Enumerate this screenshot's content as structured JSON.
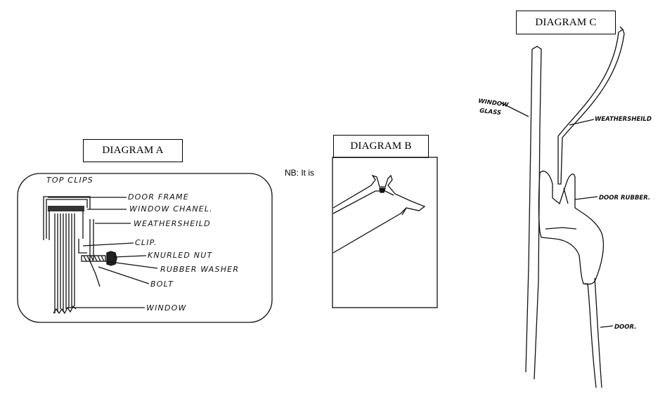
{
  "diagram_a": {
    "title": "DIAGRAM A",
    "labels": {
      "top_clips": "TOP CLIPS",
      "door_frame": "DOOR FRAME",
      "window_channel": "WINDOW CHANEL.",
      "weathershield": "WEATHERSHEILD",
      "clip": "CLIP.",
      "knurled_nut": "KNURLED NUT",
      "rubber_washer": "RUBBER WASHER",
      "bolt": "BOLT",
      "window": "WINDOW"
    }
  },
  "diagram_b": {
    "title": "DIAGRAM B",
    "note": "NB: It is"
  },
  "diagram_c": {
    "title": "DIAGRAM C",
    "labels": {
      "window_glass_line1": "WINDOW",
      "window_glass_line2": "GLASS",
      "weathershield": "WEATHERSHEILD",
      "door_rubber": "DOOR RUBBER.",
      "door": "DOOR."
    }
  }
}
